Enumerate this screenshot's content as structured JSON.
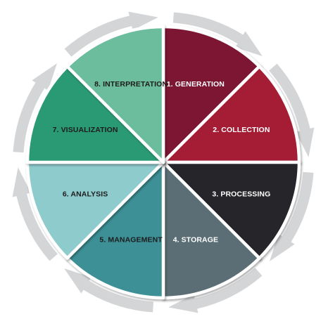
{
  "diagram": {
    "type": "cycle",
    "stages": [
      {
        "order": 1,
        "label": "1. GENERATION",
        "color": "#7d1630",
        "text_color": "#ffffff"
      },
      {
        "order": 2,
        "label": "2. COLLECTION",
        "color": "#a51d36",
        "text_color": "#ffffff"
      },
      {
        "order": 3,
        "label": "3. PROCESSING",
        "color": "#25252c",
        "text_color": "#ffffff"
      },
      {
        "order": 4,
        "label": "4. STORAGE",
        "color": "#5b6e74",
        "text_color": "#ffffff"
      },
      {
        "order": 5,
        "label": "5. MANAGEMENT",
        "color": "#3d9096",
        "text_color": "#1c1c1c"
      },
      {
        "order": 6,
        "label": "6. ANALYSIS",
        "color": "#8ecbcd",
        "text_color": "#1c1c1c"
      },
      {
        "order": 7,
        "label": "7. VISUALIZATION",
        "color": "#2c9a74",
        "text_color": "#1c1c1c"
      },
      {
        "order": 8,
        "label": "8. INTERPRETATION",
        "color": "#6cbd9d",
        "text_color": "#1c1c1c"
      }
    ],
    "arrow_color": "#d3d5d7",
    "arrow_direction": "clockwise",
    "icons": {
      "cycle_arrow": "curved-arrow-icon"
    }
  }
}
